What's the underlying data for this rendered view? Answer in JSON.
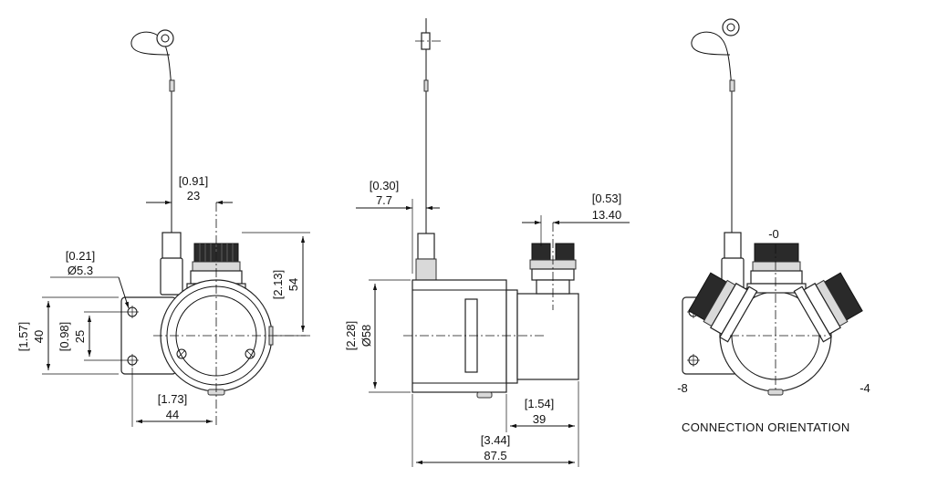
{
  "caption": "CONNECTION ORIENTATION",
  "front_view": {
    "cable_offset": {
      "inch": "[0.91]",
      "mm": "23"
    },
    "mount_hole": {
      "inch": "[0.21]",
      "mm": "Ø5.3"
    },
    "axis_height": {
      "inch": "[2.13]",
      "mm": "54"
    },
    "bracket_height": {
      "inch": "[1.57]",
      "mm": "40"
    },
    "hole_spacing": {
      "inch": "[0.98]",
      "mm": "25"
    },
    "bracket_to_axis": {
      "inch": "[1.73]",
      "mm": "44"
    }
  },
  "side_view": {
    "cable_offset": {
      "inch": "[0.30]",
      "mm": "7.7"
    },
    "connector_offset": {
      "inch": "[0.53]",
      "mm": "13.40"
    },
    "housing_diameter": {
      "inch": "[2.28]",
      "mm": "Ø58"
    },
    "connector_depth": {
      "inch": "[1.54]",
      "mm": "39"
    },
    "overall_length": {
      "inch": "[3.44]",
      "mm": "87.5"
    }
  },
  "orientation_view": {
    "labels": {
      "top": "-0",
      "left": "-8",
      "right": "-4"
    }
  }
}
